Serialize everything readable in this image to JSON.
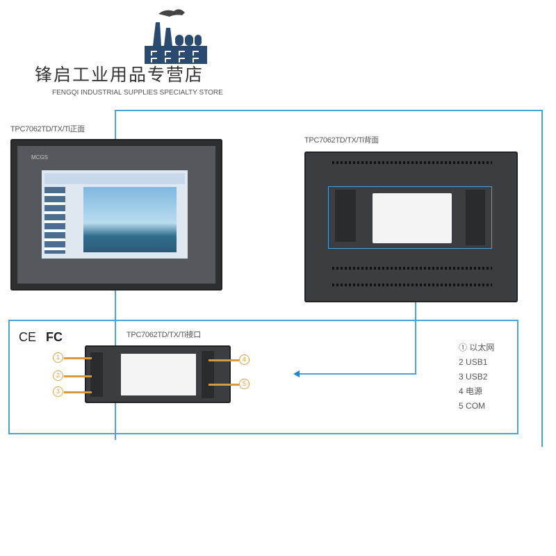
{
  "logo": {
    "name_cn": "锋启工业用品专营店",
    "name_en": "FENGQI INDUSTRIAL SUPPLIES SPECIALTY STORE",
    "color": "#2a4a70"
  },
  "front": {
    "label": "TPC7062TD/TX/Ti正面",
    "brand": "MCGS"
  },
  "back": {
    "label": "TPC7062TD/TX/Ti背面"
  },
  "interface": {
    "label": "TPC7062TD/TX/Ti接口"
  },
  "certifications": [
    "CE",
    "FC"
  ],
  "legend": [
    {
      "num": "①",
      "text": "以太网"
    },
    {
      "num": "2",
      "text": "USB1"
    },
    {
      "num": "3",
      "text": "USB2"
    },
    {
      "num": "4",
      "text": "电源"
    },
    {
      "num": "5",
      "text": "COM"
    }
  ],
  "callouts": [
    "1",
    "2",
    "3",
    "4",
    "5"
  ],
  "accent": "#4aa3d4"
}
